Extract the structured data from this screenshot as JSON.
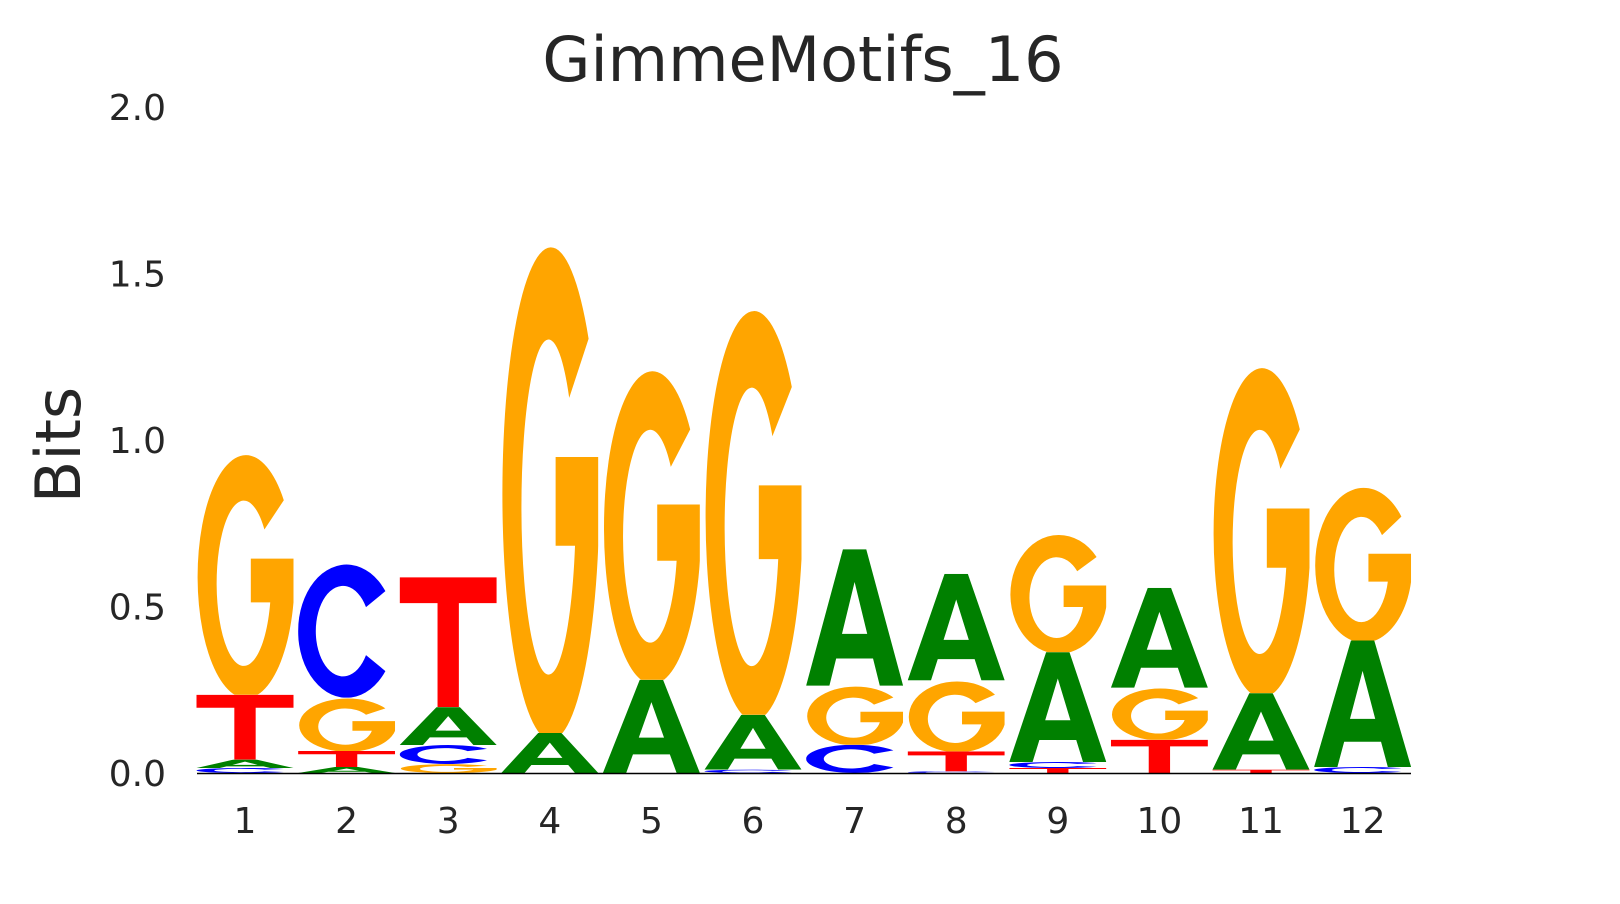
{
  "chart_data": {
    "type": "sequence-logo",
    "title": "GimmeMotifs_16",
    "xlabel": "",
    "ylabel": "Bits",
    "ylim": [
      0,
      2.0
    ],
    "yticks": [
      "0.0",
      "0.5",
      "1.0",
      "1.5",
      "2.0"
    ],
    "ytick_values": [
      0,
      0.5,
      1.0,
      1.5,
      2.0
    ],
    "grid": false,
    "colors": {
      "A": "#008000",
      "C": "#0000ff",
      "G": "#ffa500",
      "T": "#ff0000"
    },
    "positions": [
      {
        "label": "1",
        "stack": [
          [
            "C",
            0.015
          ],
          [
            "A",
            0.025
          ],
          [
            "T",
            0.195
          ],
          [
            "G",
            0.73
          ]
        ]
      },
      {
        "label": "2",
        "stack": [
          [
            "A",
            0.018
          ],
          [
            "T",
            0.048
          ],
          [
            "G",
            0.16
          ],
          [
            "C",
            0.4
          ]
        ]
      },
      {
        "label": "3",
        "stack": [
          [
            "G",
            0.027
          ],
          [
            "C",
            0.057
          ],
          [
            "A",
            0.114
          ],
          [
            "T",
            0.39
          ]
        ]
      },
      {
        "label": "4",
        "stack": [
          [
            "A",
            0.12
          ],
          [
            "G",
            1.48
          ]
        ]
      },
      {
        "label": "5",
        "stack": [
          [
            "A",
            0.28
          ],
          [
            "G",
            0.94
          ]
        ]
      },
      {
        "label": "6",
        "stack": [
          [
            "C",
            0.01
          ],
          [
            "A",
            0.165
          ],
          [
            "G",
            1.23
          ]
        ]
      },
      {
        "label": "7",
        "stack": [
          [
            "C",
            0.085
          ],
          [
            "G",
            0.177
          ],
          [
            "A",
            0.41
          ]
        ]
      },
      {
        "label": "8",
        "stack": [
          [
            "C",
            0.005
          ],
          [
            "T",
            0.06
          ],
          [
            "G",
            0.213
          ],
          [
            "A",
            0.32
          ]
        ]
      },
      {
        "label": "9",
        "stack": [
          [
            "T",
            0.015
          ],
          [
            "C",
            0.018
          ],
          [
            "A",
            0.33
          ],
          [
            "G",
            0.357
          ]
        ]
      },
      {
        "label": "10",
        "stack": [
          [
            "T",
            0.1
          ],
          [
            "G",
            0.156
          ],
          [
            "A",
            0.3
          ]
        ]
      },
      {
        "label": "11",
        "stack": [
          [
            "T",
            0.01
          ],
          [
            "A",
            0.23
          ],
          [
            "G",
            0.99
          ]
        ]
      },
      {
        "label": "12",
        "stack": [
          [
            "C",
            0.018
          ],
          [
            "A",
            0.38
          ],
          [
            "G",
            0.465
          ]
        ]
      }
    ]
  }
}
